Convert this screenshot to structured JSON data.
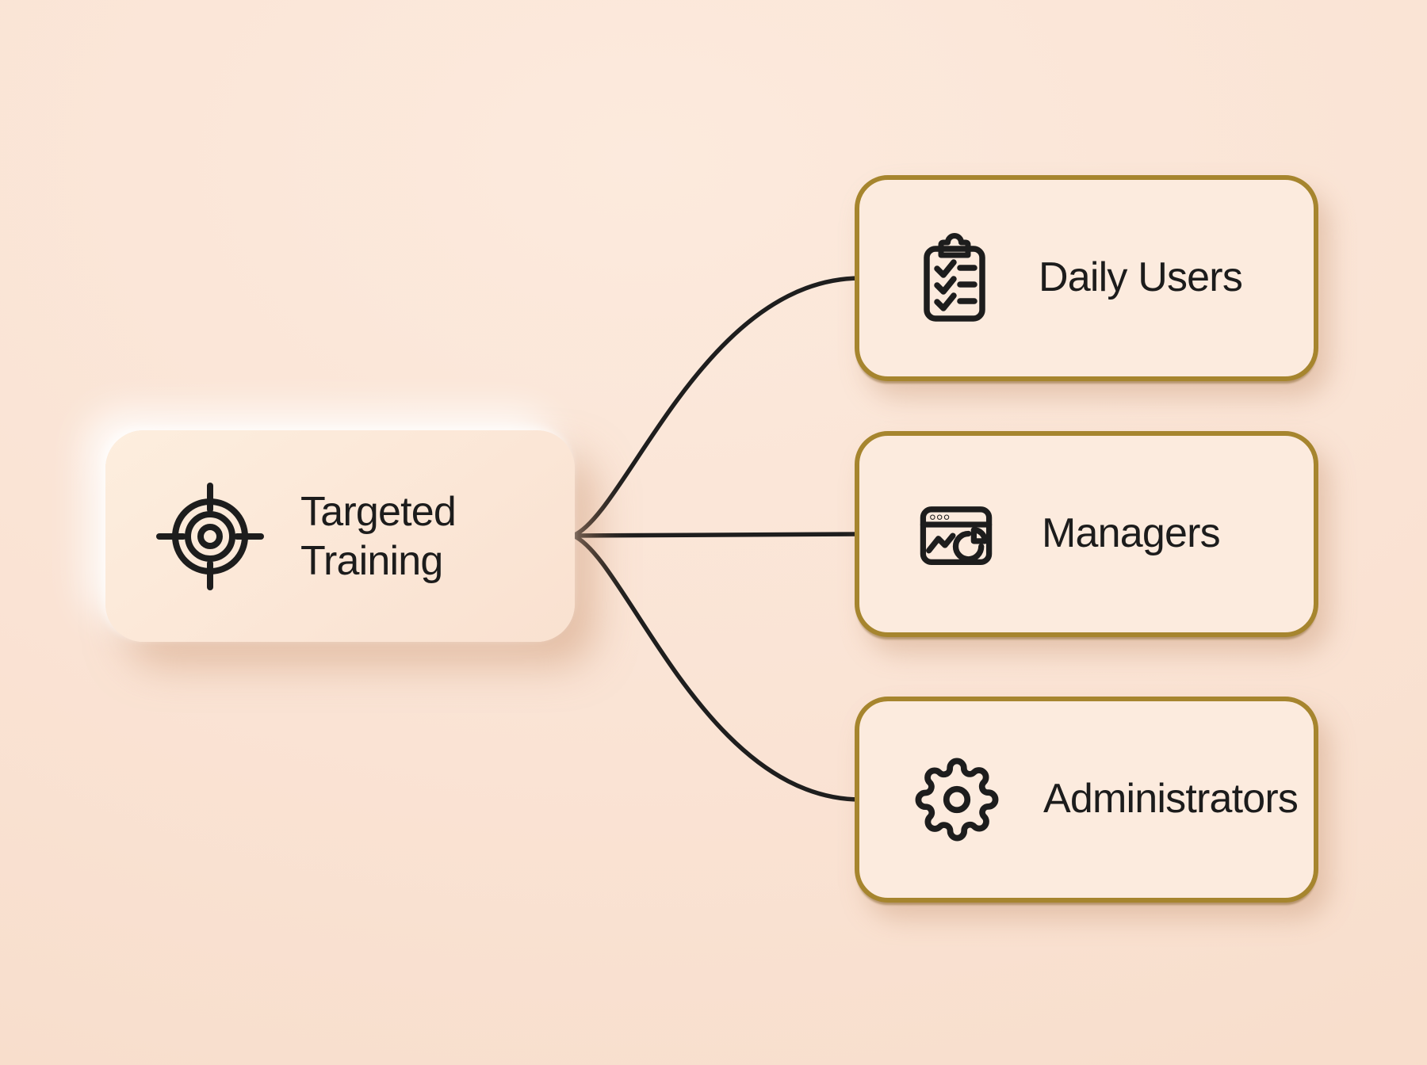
{
  "diagram": {
    "type": "mind-map",
    "root": {
      "id": "targeted-training",
      "label": "Targeted Training",
      "label_lines": [
        "Targeted",
        "Training"
      ],
      "icon": "target-icon"
    },
    "nodes": [
      {
        "id": "daily-users",
        "label": "Daily Users",
        "icon": "clipboard-checklist-icon"
      },
      {
        "id": "managers",
        "label": "Managers",
        "icon": "analytics-window-icon"
      },
      {
        "id": "administrators",
        "label": "Administrators",
        "icon": "gear-icon"
      }
    ],
    "edges": [
      {
        "from": "targeted-training",
        "to": "daily-users"
      },
      {
        "from": "targeted-training",
        "to": "managers"
      },
      {
        "from": "targeted-training",
        "to": "administrators"
      }
    ],
    "colors": {
      "background": "#fae3d4",
      "node_fill": "#fcebde",
      "root_fill": "#fbe6d6",
      "node_border": "#a6852e",
      "connector": "#1e1e1e",
      "text": "#1c1c1c"
    }
  }
}
